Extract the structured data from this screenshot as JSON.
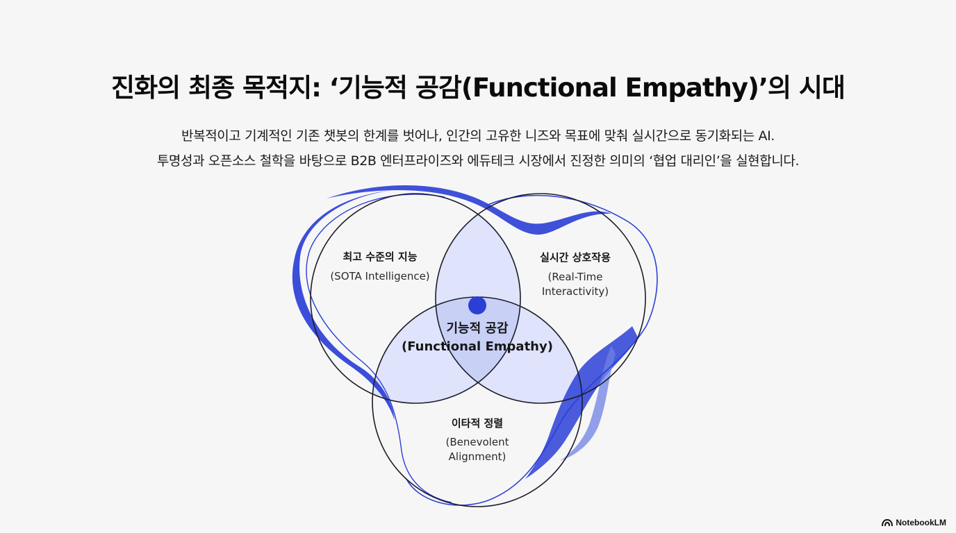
{
  "title": "진화의 최종 목적지: ‘기능적 공감(Functional Empathy)’의 시대",
  "subtitle": {
    "line1": "반복적이고 기계적인 기존 챗봇의 한계를 벗어나, 인간의 고유한 니즈와 목표에 맞춰 실시간으로 동기화되는 AI.",
    "line2": "투명성과 오픈소스 철학을 바탕으로 B2B 엔터프라이즈와 에듀테크 시장에서 진정한 의미의 ‘협업 대리인’을 실현합니다."
  },
  "venn": {
    "left": {
      "title": "최고 수준의 지능",
      "subtitle": "(SOTA Intelligence)"
    },
    "right": {
      "title": "실시간 상호작용",
      "subtitle_line1": "(Real-Time",
      "subtitle_line2": "Interactivity)"
    },
    "bottom": {
      "title": "이타적 정렬",
      "subtitle_line1": "(Benevolent",
      "subtitle_line2": "Alignment)"
    },
    "center": {
      "title": "기능적 공감",
      "subtitle": "(Functional Empathy)"
    }
  },
  "colors": {
    "accent": "#2b3fd6",
    "overlap_fill": "#dfe3fb",
    "circle_stroke": "#1c1c2a",
    "background": "#f6f6f6"
  },
  "brand": {
    "icon": "notebooklm-icon",
    "label": "NotebookLM"
  }
}
